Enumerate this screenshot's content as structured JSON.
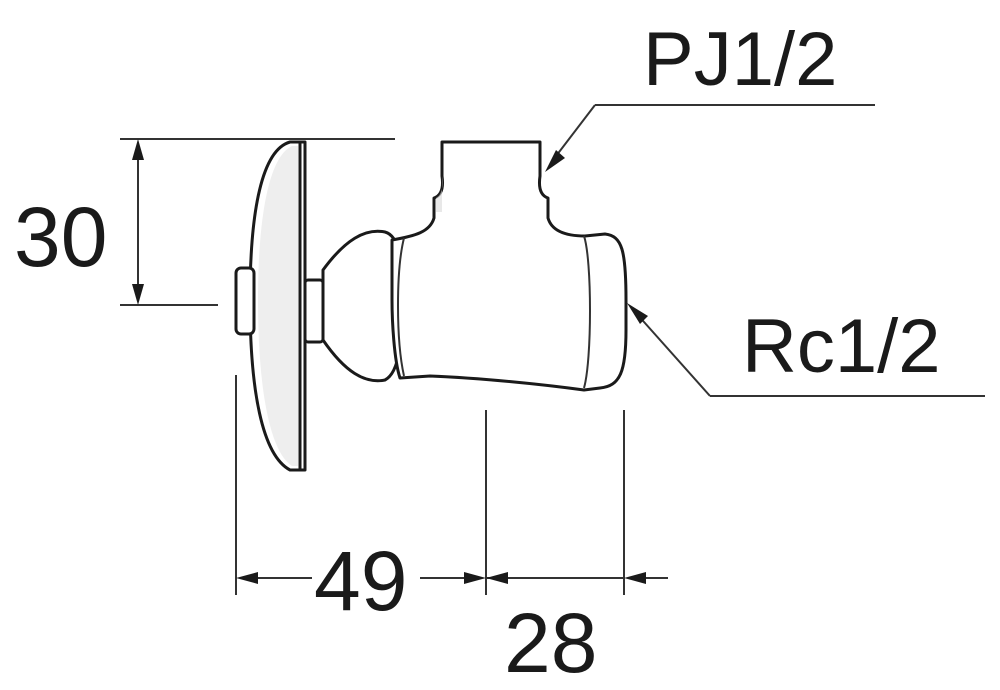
{
  "drawing": {
    "dimensions": {
      "height": "30",
      "total_depth": "49",
      "outlet_depth": "28"
    },
    "callouts": {
      "top_connection": "PJ1/2",
      "side_connection": "Rc1/2"
    }
  }
}
